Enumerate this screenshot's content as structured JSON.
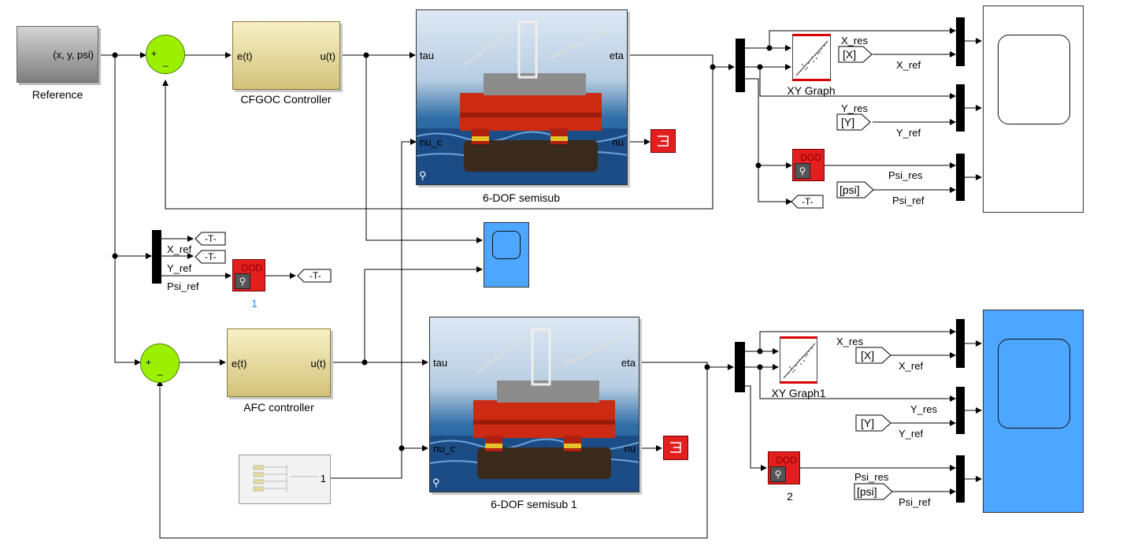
{
  "blocks": {
    "reference": {
      "port_label": "(x, y, psi)",
      "caption": "Reference"
    },
    "sum_top": {
      "plus": "+",
      "minus": "_"
    },
    "sum_bottom": {
      "plus": "+",
      "minus": "_"
    },
    "cfgoc": {
      "in": "e(t)",
      "out": "u(t)",
      "caption": "CFGOC Controller"
    },
    "afc": {
      "in": "e(t)",
      "out": "u(t)",
      "caption": "AFC controller"
    },
    "semisub": {
      "in1": "tau",
      "in2": "nu_c",
      "out1": "eta",
      "out2": "nu",
      "caption": "6-DOF semisub"
    },
    "semisub1": {
      "in1": "tau",
      "in2": "nu_c",
      "out1": "eta",
      "out2": "nu",
      "caption": "6-DOF semisub 1"
    },
    "xy_graph": {
      "caption": "XY Graph"
    },
    "xy_graph1": {
      "caption": "XY Graph1"
    },
    "signal_builder": {
      "out": "1"
    },
    "dd_top": {
      "text": "DOD"
    },
    "dd_mid": {
      "text": "DOD",
      "caption": "1"
    },
    "dd_bottom": {
      "text": "DOD",
      "caption": "2"
    }
  },
  "tags": {
    "goto_T_top1": "-T-",
    "goto_T_top2": "-T-",
    "goto_T_mid": "-T-",
    "goto_T_right": "-T-",
    "from_X_top": "[X]",
    "from_Y_top": "[Y]",
    "from_psi_top": "[psi]",
    "from_X_bot": "[X]",
    "from_Y_bot": "[Y]",
    "from_psi_bot": "[psi]"
  },
  "signals": {
    "x_res_top": "X_res",
    "x_ref_top": "X_ref",
    "y_res_top": "Y_res",
    "y_ref_top": "Y_ref",
    "psi_res_top": "Psi_res",
    "psi_ref_top": "Psi_ref",
    "x_ref_mid": "X_ref",
    "y_ref_mid": "Y_ref",
    "psi_ref_mid": "Psi_ref",
    "x_res_bot": "X_res",
    "x_ref_bot": "X_ref",
    "y_res_bot": "Y_res",
    "y_ref_bot": "Y_ref",
    "psi_res_bot": "Psi_res",
    "psi_ref_bot": "Psi_ref"
  },
  "colors": {
    "sum": "#9bf000",
    "scope_blue": "#4da6ff",
    "red_block": "#e31e1e",
    "controller": "#e8dc9a",
    "link_blue": "#1a8cff"
  },
  "icons": [
    "link-icon",
    "arrow-icon"
  ]
}
